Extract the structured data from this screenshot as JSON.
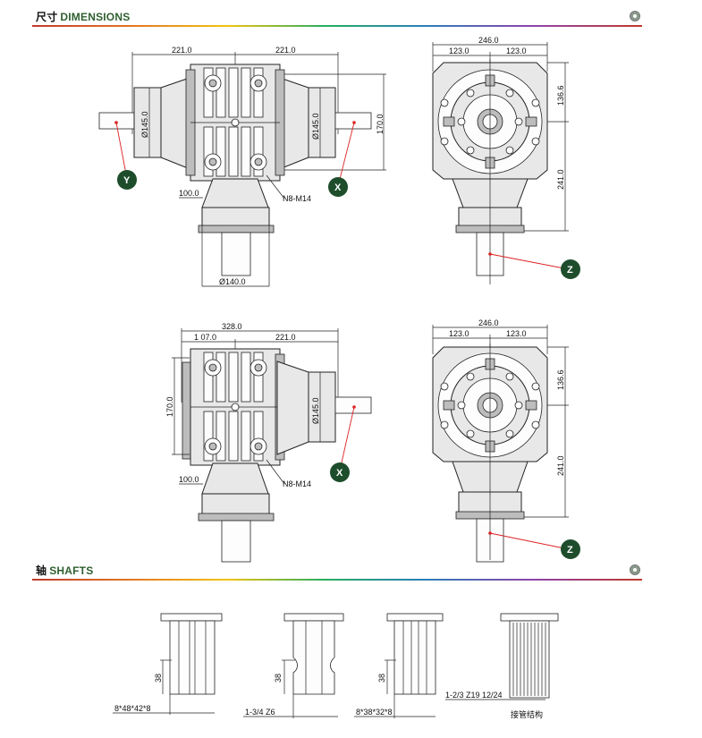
{
  "sections": {
    "dimensions": {
      "title_cn": "尺寸",
      "title_en": "DIMENSIONS"
    },
    "shafts": {
      "title_cn": "轴",
      "title_en": "SHAFTS"
    }
  },
  "top_left": {
    "w1": "221.0",
    "w2": "221.0",
    "d_left": "Ø145.0",
    "d_right": "Ø145.0",
    "h": "170.0",
    "offset": "100.0",
    "bolt": "N8-M14",
    "base": "Ø140.0",
    "label_y": "Y",
    "label_x": "X"
  },
  "top_right": {
    "total": "246.0",
    "a": "123.0",
    "b": "123.0",
    "h1": "136.6",
    "h2": "241.0",
    "label_z": "Z"
  },
  "bottom_left": {
    "total": "328.0",
    "a": "1 07.0",
    "b": "221.0",
    "h": "170.0",
    "d_right": "Ø145.0",
    "offset": "100.0",
    "bolt": "N8-M14",
    "label_x": "X"
  },
  "bottom_right": {
    "total": "246.0",
    "a": "123.0",
    "b": "123.0",
    "h1": "136.6",
    "h2": "241.0",
    "label_z": "Z"
  },
  "shafts": [
    {
      "dim": "38",
      "caption": "8*48*42*8"
    },
    {
      "dim": "38",
      "caption": "1-3/4 Z6"
    },
    {
      "dim": "38",
      "caption": "8*38*32*8"
    },
    {
      "caption": "1-2/3 Z19 12/24",
      "caption2": "接管结构"
    }
  ]
}
